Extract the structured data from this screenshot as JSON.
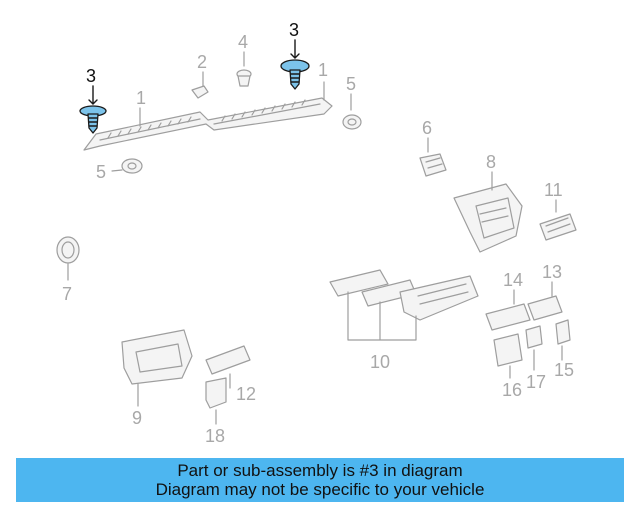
{
  "diagram": {
    "callouts": {
      "c1a": "1",
      "c1b": "1",
      "c2": "2",
      "c3a": "3",
      "c3b": "3",
      "c4": "4",
      "c5a": "5",
      "c5b": "5",
      "c6": "6",
      "c7": "7",
      "c8": "8",
      "c9": "9",
      "c10": "10",
      "c11": "11",
      "c12": "12",
      "c13": "13",
      "c14": "14",
      "c15": "15",
      "c16": "16",
      "c17": "17",
      "c18": "18"
    },
    "highlighted_part": "3",
    "colors": {
      "highlight": "#7cc3ea",
      "banner": "#4db6f0",
      "line": "#9e9e9e"
    }
  },
  "banner": {
    "line1": "Part or sub-assembly is #3 in diagram",
    "line2": "Diagram may not be specific to your vehicle"
  }
}
